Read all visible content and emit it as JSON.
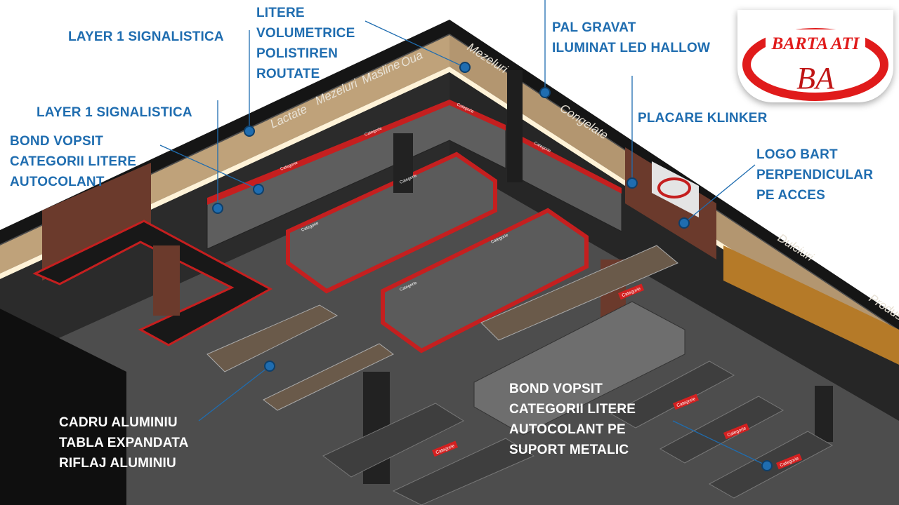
{
  "logo": {
    "text": "BARTA ATI",
    "monogram": "BA"
  },
  "wall_signs": [
    "Lactate",
    "Mezeluri",
    "Masline",
    "Oua",
    "Mezeluri",
    "Congelate",
    "Dulciuri",
    "Produse"
  ],
  "fixture_tag": "Categorie",
  "callouts": {
    "layer1_top": [
      "LAYER 1 SIGNALISTICA"
    ],
    "litere": [
      "LITERE",
      "VOLUMETRICE",
      "POLISTIREN",
      "ROUTATE"
    ],
    "layer1_mid": [
      "LAYER 1 SIGNALISTICA"
    ],
    "bond_left": [
      "BOND VOPSIT",
      "CATEGORII LITERE",
      "AUTOCOLANT"
    ],
    "pal": [
      "PAL GRAVAT",
      "ILUMINAT LED HALLOW"
    ],
    "placare": [
      "PLACARE KLINKER"
    ],
    "logo_bart": [
      "LOGO BART",
      "PERPENDICULAR",
      "PE ACCES"
    ],
    "cadru": [
      "CADRU ALUMINIU",
      "TABLA EXPANDATA",
      "RIFLAJ ALUMINIU"
    ],
    "bond_right": [
      "BOND VOPSIT",
      "CATEGORII LITERE",
      "AUTOCOLANT PE",
      "SUPORT METALIC"
    ]
  },
  "colors": {
    "label": "#1f6db0",
    "accent": "#d42020",
    "floor": "#4b4b4b",
    "wall_light": "#c9b08a"
  }
}
